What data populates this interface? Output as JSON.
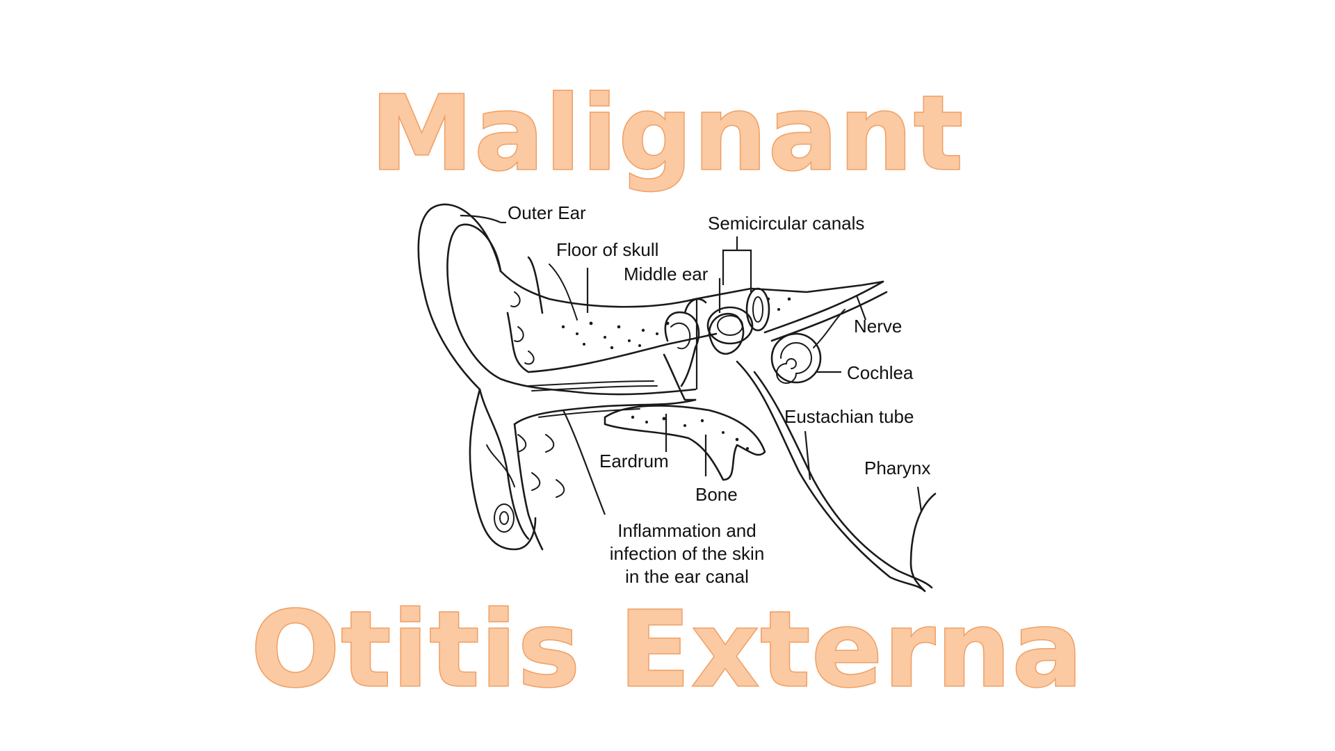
{
  "title": {
    "line1": "Malignant",
    "line2": "Otitis Externa"
  },
  "labels": {
    "outer_ear": "Outer Ear",
    "floor_of_skull": "Floor of skull",
    "middle_ear": "Middle ear",
    "semicircular_canals": "Semicircular canals",
    "nerve": "Nerve",
    "cochlea": "Cochlea",
    "eustachian_tube": "Eustachian tube",
    "pharynx": "Pharynx",
    "eardrum": "Eardrum",
    "bone": "Bone",
    "inflammation": {
      "line1": "Inflammation and",
      "line2": "infection of the skin",
      "line3": "in the ear canal"
    }
  },
  "colors": {
    "title_fill": "#fbc9a2",
    "title_stroke": "#ee9f63",
    "ink": "#1a1a1a"
  }
}
